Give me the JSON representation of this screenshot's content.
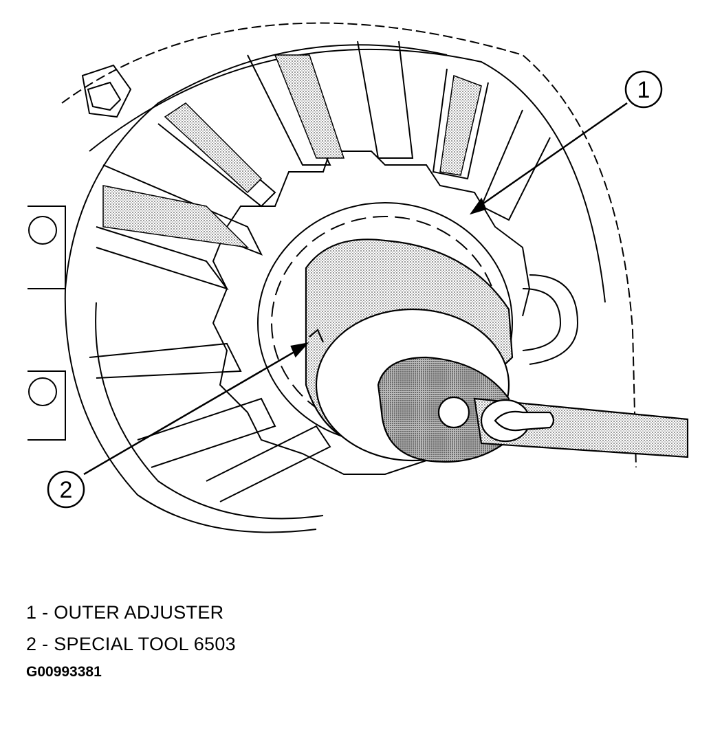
{
  "callouts": [
    {
      "number": "1"
    },
    {
      "number": "2"
    }
  ],
  "legend": [
    {
      "text": "1 - OUTER ADJUSTER"
    },
    {
      "text": "2 - SPECIAL TOOL 6503"
    }
  ],
  "figure_id": "G00993381"
}
